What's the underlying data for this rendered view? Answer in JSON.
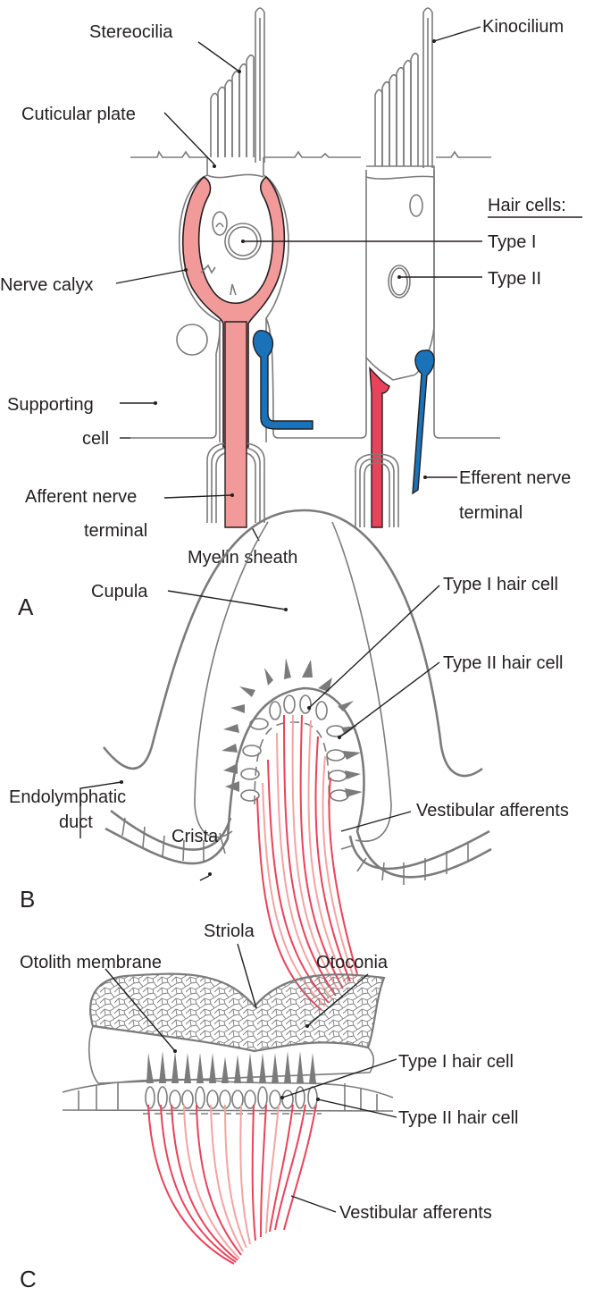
{
  "figure": {
    "colors": {
      "outline_grey": "#7b7b7b",
      "calyx_pink": "#f29a9a",
      "afferent_red": "#e8435a",
      "afferent_light": "#f4a3a3",
      "efferent_blue": "#1a72b8",
      "text": "#231f20"
    },
    "panel_a": {
      "panel_label": "A",
      "labels": {
        "stereocilia": "Stereocilia",
        "kinocilium": "Kinocilium",
        "cuticular_plate": "Cuticular plate",
        "hair_cells_heading": "Hair cells:",
        "type_i": "Type I",
        "type_ii": "Type II",
        "nerve_calyx": "Nerve calyx",
        "supporting_cell_1": "Supporting",
        "supporting_cell_2": "cell",
        "afferent_1": "Afferent nerve",
        "afferent_2": "terminal",
        "efferent_1": "Efferent nerve",
        "efferent_2": "terminal",
        "myelin_sheath": "Myelin sheath"
      }
    },
    "panel_b": {
      "panel_label": "B",
      "labels": {
        "cupula": "Cupula",
        "type_i_hair_cell": "Type I hair cell",
        "type_ii_hair_cell": "Type II hair cell",
        "endolymphatic_1": "Endolymphatic",
        "endolymphatic_2": "duct",
        "crista": "Crista",
        "vestibular_afferents": "Vestibular afferents"
      }
    },
    "panel_c": {
      "panel_label": "C",
      "labels": {
        "striola": "Striola",
        "otolith_membrane": "Otolith membrane",
        "otoconia": "Otoconia",
        "type_i_hair_cell": "Type I hair cell",
        "type_ii_hair_cell": "Type II hair cell",
        "vestibular_afferents": "Vestibular afferents"
      }
    }
  }
}
